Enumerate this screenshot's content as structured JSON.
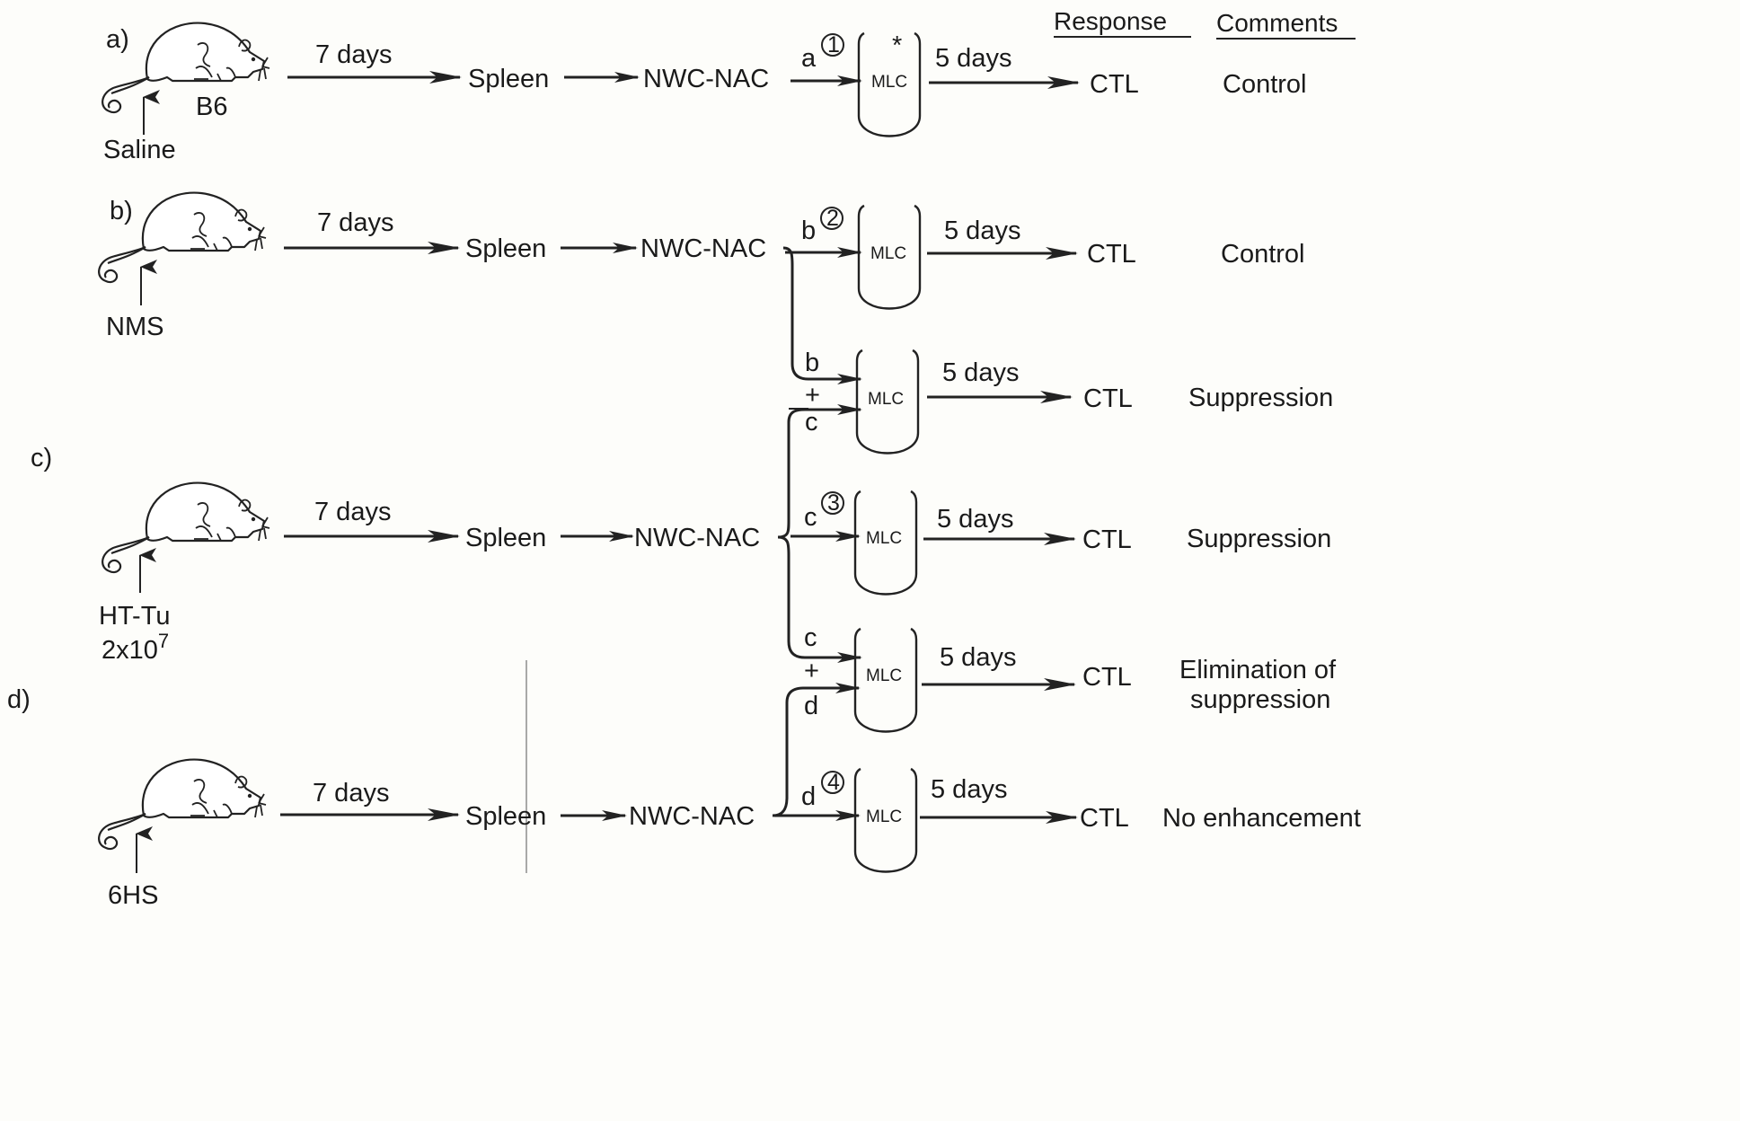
{
  "headers": {
    "response": "Response",
    "comments": "Comments"
  },
  "group_labels": {
    "a": "a)",
    "b": "b)",
    "c": "c)",
    "d": "d)"
  },
  "mice": [
    {
      "treatment": "Saline",
      "strain": "B6"
    },
    {
      "treatment": "NMS"
    },
    {
      "treatment": "HT-Tu",
      "dose": "2x10",
      "dose_exp": "7"
    },
    {
      "treatment": "6HS"
    }
  ],
  "steps": {
    "days7": "7 days",
    "spleen": "Spleen",
    "nwc": "NWC-NAC"
  },
  "cultures": [
    {
      "input_top": "a",
      "circle": "1",
      "asterisk": "*",
      "mlc": "MLC",
      "days": "5 days",
      "response": "CTL",
      "comment": "Control"
    },
    {
      "input_top": "b",
      "circle": "2",
      "mlc": "MLC",
      "days": "5 days",
      "response": "CTL",
      "comment": "Control"
    },
    {
      "input_top": "b",
      "plus": "+",
      "input_bottom": "c",
      "mlc": "MLC",
      "days": "5 days",
      "response": "CTL",
      "comment": "Suppression"
    },
    {
      "input_top": "c",
      "circle": "3",
      "mlc": "MLC",
      "days": "5 days",
      "response": "CTL",
      "comment": "Suppression"
    },
    {
      "input_top": "c",
      "plus": "+",
      "input_bottom": "d",
      "mlc": "MLC",
      "days": "5 days",
      "response": "CTL",
      "comment_line1": "Elimination of",
      "comment_line2": "suppression"
    },
    {
      "input_top": "d",
      "circle": "4",
      "mlc": "MLC",
      "days": "5 days",
      "response": "CTL",
      "comment": "No enhancement"
    }
  ],
  "icons": [
    "mouse-icon",
    "arrow-icon",
    "culture-tube-icon",
    "circled-number-icon"
  ]
}
